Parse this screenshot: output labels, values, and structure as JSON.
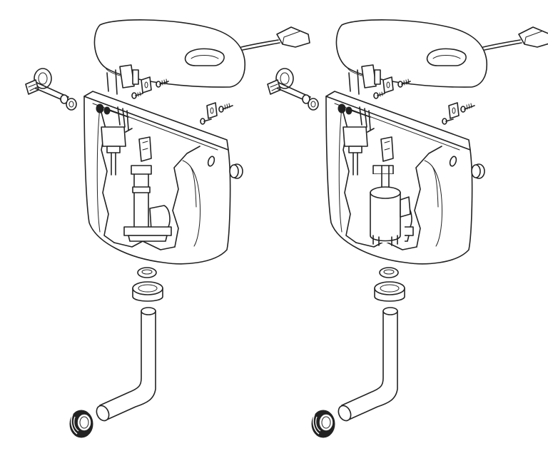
{
  "image": {
    "kind": "exploded-view line drawing",
    "colors": {
      "background": "#ffffff",
      "line": "#222222",
      "fill": "#ffffff",
      "shade": "#d9d9d9"
    }
  },
  "assemblies": [
    {
      "id": "left",
      "parts": [
        "tank-lid",
        "flush-lever",
        "cistern-tank",
        "fill-valve",
        "flush-valve",
        "angle-valve",
        "mounting-brackets",
        "screws",
        "side-plug",
        "cone-washer",
        "nut",
        "flush-pipe",
        "pipe-gasket"
      ]
    },
    {
      "id": "right",
      "parts": [
        "tank-lid",
        "flush-lever",
        "cistern-tank",
        "fill-valve",
        "flush-valve",
        "angle-valve",
        "mounting-brackets",
        "screws",
        "side-plug",
        "cone-washer",
        "nut",
        "flush-pipe",
        "pipe-gasket"
      ]
    }
  ]
}
